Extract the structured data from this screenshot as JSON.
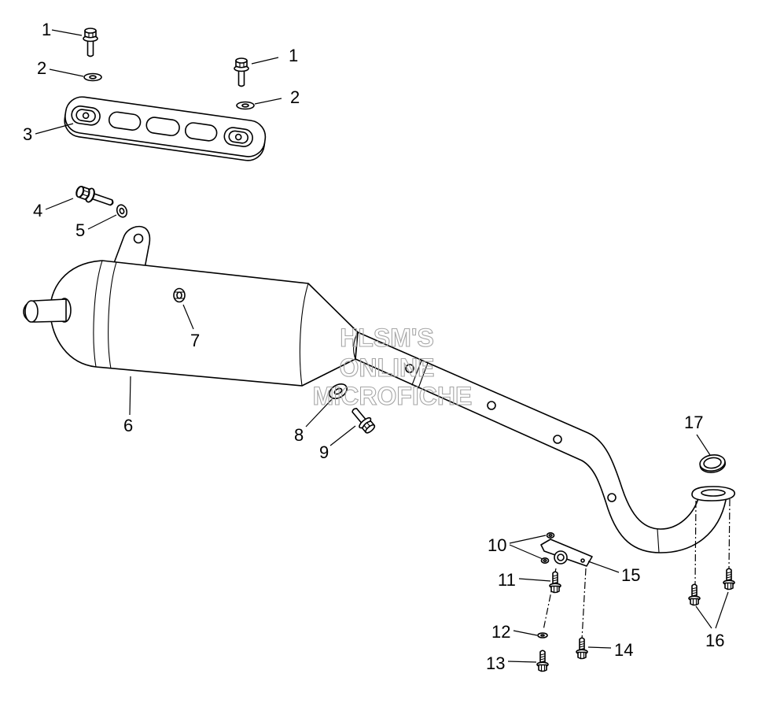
{
  "diagram": {
    "callouts": [
      "1",
      "2",
      "3",
      "1",
      "2",
      "4",
      "5",
      "6",
      "7",
      "8",
      "9",
      "10",
      "11",
      "12",
      "13",
      "14",
      "15",
      "16",
      "17"
    ],
    "watermark": [
      "HLSM'S",
      "ONLINE",
      "MICROFICHE"
    ]
  },
  "colors": {
    "line": "#000000",
    "background": "#ffffff",
    "watermark": "#a6a6a6"
  }
}
